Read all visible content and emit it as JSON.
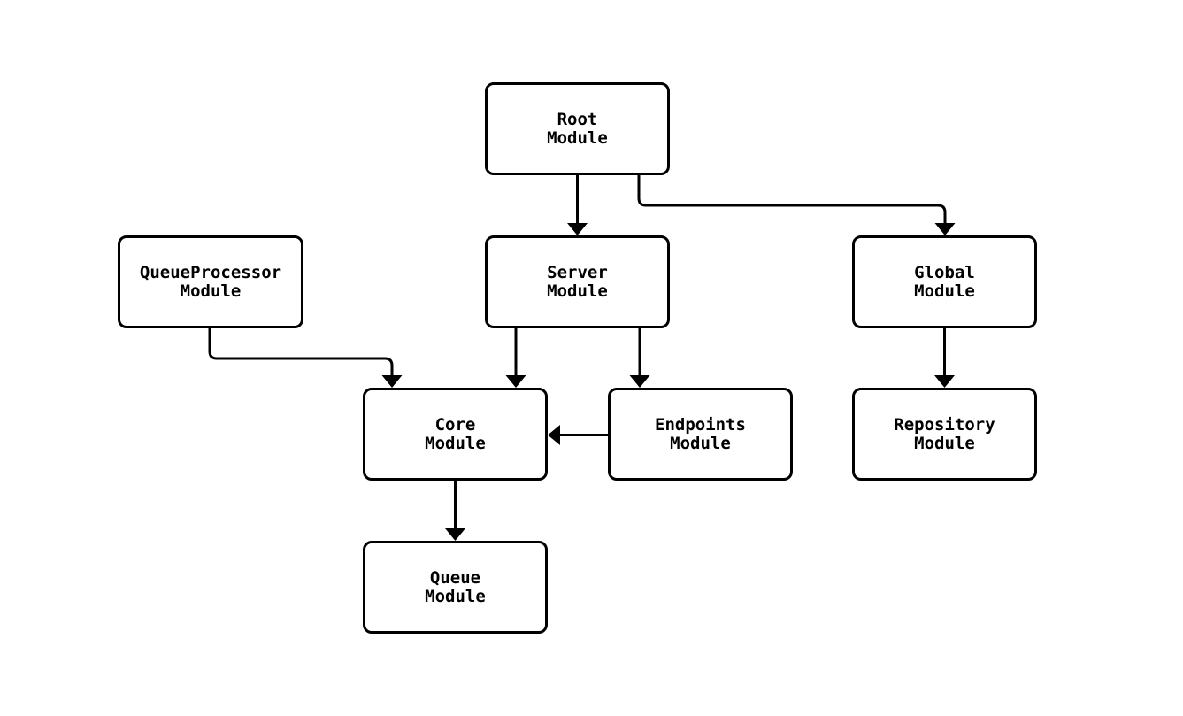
{
  "diagram": {
    "type": "module-dependency-flowchart",
    "background_color": "#ffffff",
    "node_fill_color": "#ffffff",
    "node_border_color": "#000000",
    "edge_color": "#000000",
    "text_color": "#000000",
    "nodes": {
      "root": {
        "label": "Root\nModule"
      },
      "queue_processor": {
        "label": "QueueProcessor\nModule"
      },
      "server": {
        "label": "Server\nModule"
      },
      "global": {
        "label": "Global\nModule"
      },
      "core": {
        "label": "Core\nModule"
      },
      "endpoints": {
        "label": "Endpoints\nModule"
      },
      "repository": {
        "label": "Repository\nModule"
      },
      "queue": {
        "label": "Queue\nModule"
      }
    },
    "edges": [
      {
        "from": "Root Module",
        "to": "Server Module"
      },
      {
        "from": "Root Module",
        "to": "Global Module"
      },
      {
        "from": "QueueProcessor Module",
        "to": "Core Module"
      },
      {
        "from": "Server Module",
        "to": "Core Module"
      },
      {
        "from": "Server Module",
        "to": "Endpoints Module"
      },
      {
        "from": "Endpoints Module",
        "to": "Core Module"
      },
      {
        "from": "Core Module",
        "to": "Queue Module"
      },
      {
        "from": "Global Module",
        "to": "Repository Module"
      }
    ]
  }
}
